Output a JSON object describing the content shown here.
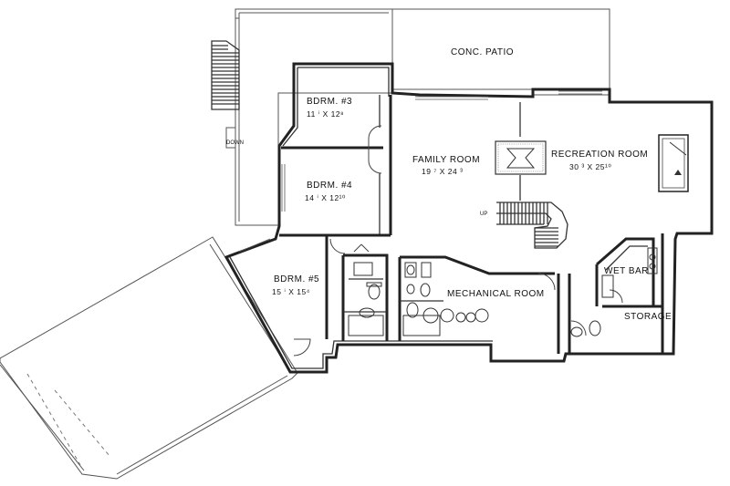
{
  "rooms": {
    "patio": {
      "name": "CONC. PATIO"
    },
    "bdrm3": {
      "name": "BDRM. #3",
      "size": "11 ⁱ X 12⁸"
    },
    "bdrm4": {
      "name": "BDRM. #4",
      "size": "14 ⁱ X 12¹⁰"
    },
    "bdrm5": {
      "name": "BDRM. #5",
      "size": "15 ⁱ X 15⁴"
    },
    "family": {
      "name": "FAMILY ROOM",
      "size": "19 ⁷ X 24 ³"
    },
    "recreation": {
      "name": "RECREATION ROOM",
      "size": "30 ³ X 25¹⁰"
    },
    "mechanical": {
      "name": "MECHANICAL ROOM"
    },
    "wetbar": {
      "name": "WET BAR"
    },
    "storage": {
      "name": "STORAGE"
    }
  },
  "stairs": {
    "down": "DOWN",
    "up": "UP"
  }
}
